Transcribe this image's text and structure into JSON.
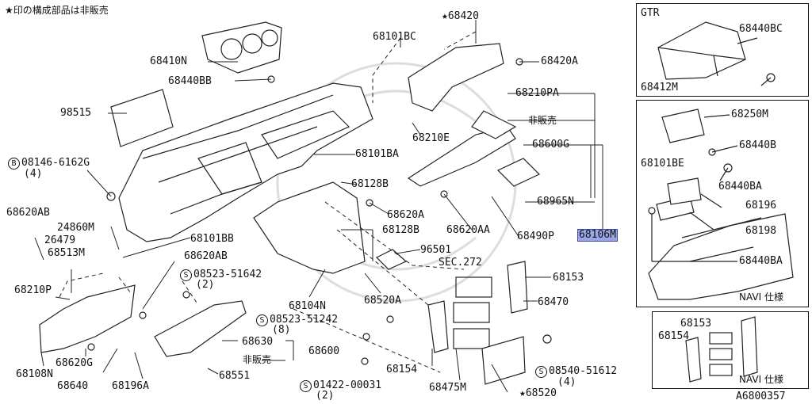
{
  "legend": "★印の構成部品は非販売",
  "labels": {
    "p68420_star": "68420",
    "p68101BC": "68101BC",
    "p68410N": "68410N",
    "p68440BB": "68440BB",
    "p68420A": "68420A",
    "p98515": "98515",
    "p68210PA": "68210PA",
    "p68210E": "68210E",
    "hanbai1": "非販売",
    "p68600G": "68600G",
    "p68101BA": "68101BA",
    "p08146_circ": "B",
    "p08146": "08146-6162G",
    "p08146_qty": "(4)",
    "p68128B_1": "68128B",
    "p68620A": "68620A",
    "p68965N": "68965N",
    "p68620AB_1": "68620AB",
    "p24860M": "24860M",
    "p26479": "26479",
    "p68513M": "68513M",
    "p68101BB": "68101BB",
    "p68128B_2": "68128B",
    "p68620AA": "68620AA",
    "p68490P": "68490P",
    "p68106M": "68106M",
    "p68620AB_2": "68620AB",
    "p96501": "96501",
    "sec272": "SEC.272",
    "p08523_51642_circ": "S",
    "p08523_51642": "08523-51642",
    "p08523_51642_qty": "(2)",
    "p68210P": "68210P",
    "p68104N": "68104N",
    "p68153": "68153",
    "p68520A": "68520A",
    "p68470": "68470",
    "p08523_51242_circ": "S",
    "p08523_51242": "08523-51242",
    "p08523_51242_qty": "(8)",
    "p68630": "68630",
    "p68600": "68600",
    "hanbai2": "非販売",
    "p68620G": "68620G",
    "p68108N": "68108N",
    "p68640": "68640",
    "p68196A": "68196A",
    "p68551": "68551",
    "p68154": "68154",
    "p01422_circ": "S",
    "p01422": "01422-00031",
    "p01422_qty": "(2)",
    "p68475M": "68475M",
    "p68520_star": "68520",
    "p08540_circ": "S",
    "p08540": "08540-51612",
    "p08540_qty": "(4)"
  },
  "gtr_box": {
    "title": "GTR",
    "p68440BC": "68440BC",
    "p68412M": "68412M"
  },
  "navi_box": {
    "p68250M": "68250M",
    "p68101BE": "68101BE",
    "p68440B": "68440B",
    "p68440BA_1": "68440BA",
    "p68196": "68196",
    "p68198": "68198",
    "p68440BA_2": "68440BA",
    "caption": "NAVI 仕様"
  },
  "navi_box2": {
    "p68153": "68153",
    "p68154": "68154",
    "caption": "NAVI 仕様"
  },
  "figure_id": "A6800357",
  "highlight_color": "#9aa6e6"
}
